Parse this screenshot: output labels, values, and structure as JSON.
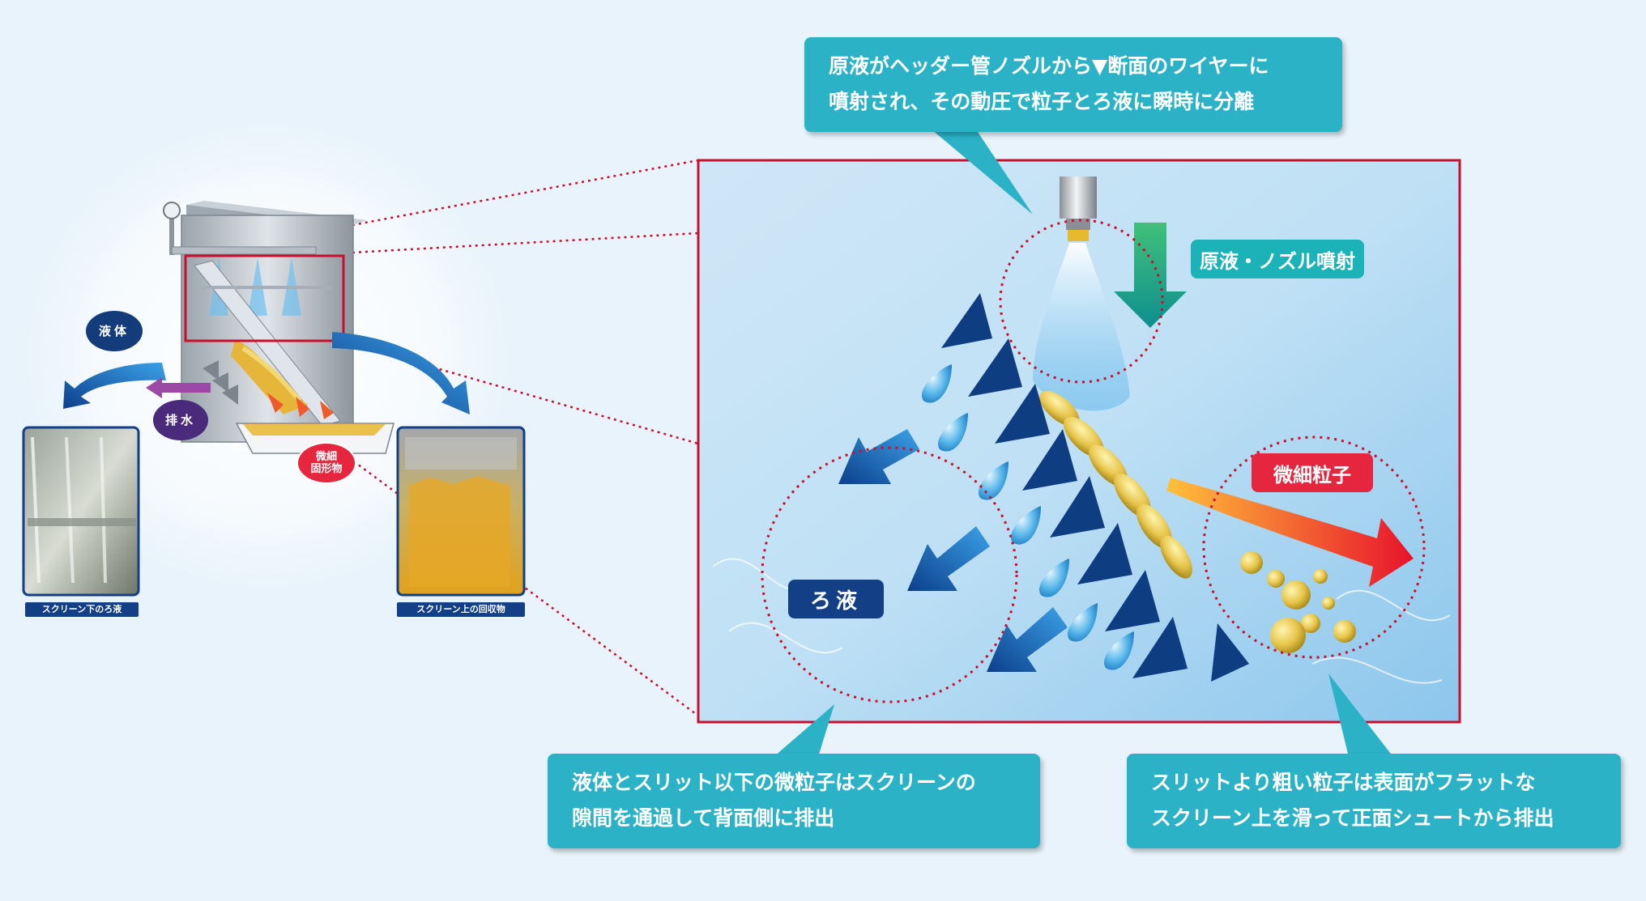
{
  "callouts": {
    "top": [
      "原液がヘッダー管ノズルから▼断面のワイヤーに",
      "噴射され、その動圧で粒子とろ液に瞬時に分離"
    ],
    "left": [
      "液体とスリット以下の微粒子はスクリーンの",
      "隙間を通過して背面側に排出"
    ],
    "right": [
      "スリットより粗い粒子は表面がフラットな",
      "スクリーン上を滑って正面シュートから排出"
    ]
  },
  "tags": {
    "nozzle": "原液・ノズル噴射",
    "fine": "微細粒子",
    "filtrate": "ろ液"
  },
  "device_labels": {
    "liquid": "液体",
    "drain": "排水",
    "solids": "微細\n固形物"
  },
  "photos": {
    "below": "スクリーン下のろ液",
    "above": "スクリーン上の回収物"
  },
  "colors": {
    "frame_red": "#c8102e",
    "callout_teal": "#2bb2c7",
    "navy": "#123f86",
    "accent_red": "#e5263e"
  }
}
